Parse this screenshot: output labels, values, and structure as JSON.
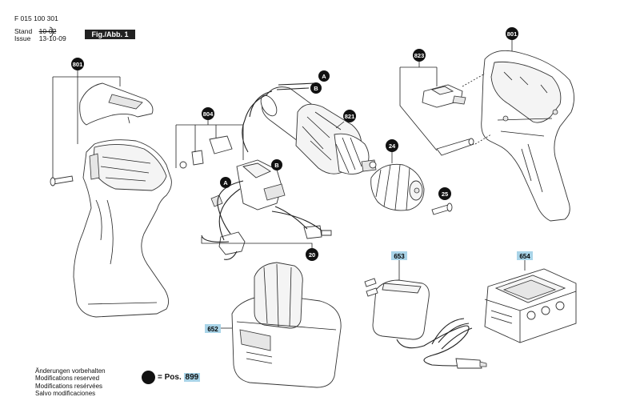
{
  "header": {
    "doc_number": "F 015 100 301",
    "stand_label": "Stand",
    "issue_label": "Issue",
    "stand_date_old": "10-02",
    "issue_date": "13-10-09",
    "fig_label": "Fig./Abb. 1"
  },
  "callouts": [
    {
      "id": "801",
      "label": "801"
    },
    {
      "id": "804",
      "label": "804"
    },
    {
      "id": "823",
      "label": "823"
    },
    {
      "id": "801b",
      "label": "801"
    },
    {
      "id": "821",
      "label": "821"
    },
    {
      "id": "24",
      "label": "24"
    },
    {
      "id": "25",
      "label": "25"
    },
    {
      "id": "20",
      "label": "20"
    },
    {
      "id": "A1",
      "label": "A"
    },
    {
      "id": "B1",
      "label": "B"
    },
    {
      "id": "A2",
      "label": "A"
    },
    {
      "id": "B2",
      "label": "B"
    }
  ],
  "tags": [
    {
      "id": "652",
      "label": "652"
    },
    {
      "id": "653",
      "label": "653"
    },
    {
      "id": "654",
      "label": "654"
    }
  ],
  "notes": [
    "Änderungen vorbehalten",
    "Modifications reserved",
    "Modifications resérvées",
    "Salvo modificaciones"
  ],
  "legend": {
    "equals_text": "= Pos.",
    "pos_number": "899"
  }
}
